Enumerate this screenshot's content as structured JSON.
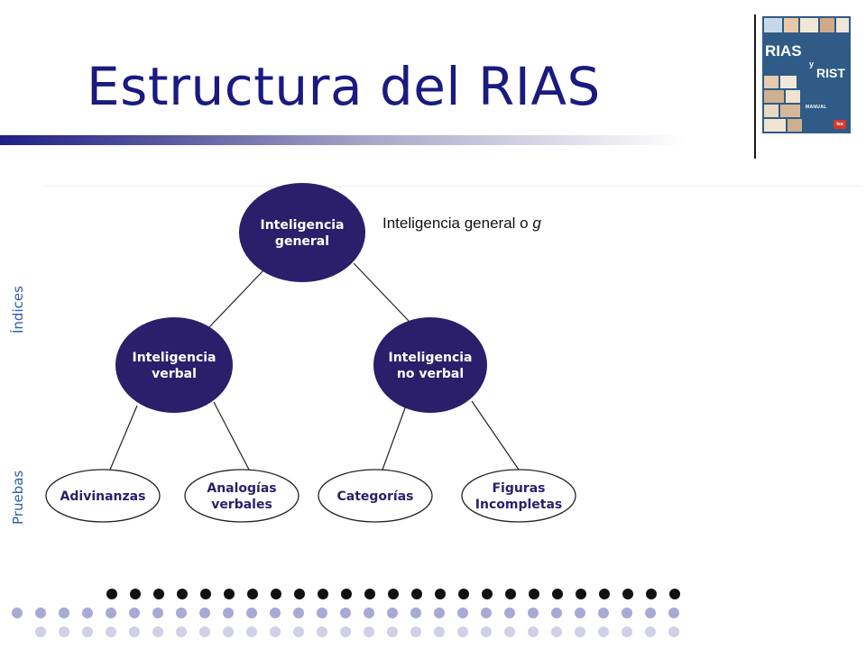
{
  "slide": {
    "title": "Estructura del RIAS"
  },
  "side_labels": {
    "indices": "Índices",
    "pruebas": "Pruebas"
  },
  "annotation": {
    "text": "Inteligencia general o ",
    "italic": "g"
  },
  "book_cover": {
    "title1": "RIAS",
    "conjunction": "y",
    "title2": "RIST",
    "subtitle": "MANUAL",
    "publisher": "tea"
  },
  "diagram": {
    "nodes": [
      {
        "id": "general",
        "lines": [
          "Inteligencia",
          "general"
        ],
        "style": "filled"
      },
      {
        "id": "verbal",
        "lines": [
          "Inteligencia",
          "verbal"
        ],
        "style": "filled"
      },
      {
        "id": "noverbal",
        "lines": [
          "Inteligencia",
          "no verbal"
        ],
        "style": "filled"
      },
      {
        "id": "adivinanzas",
        "lines": [
          "Adivinanzas"
        ],
        "style": "outline"
      },
      {
        "id": "analogias",
        "lines": [
          "Analogías",
          "verbales"
        ],
        "style": "outline"
      },
      {
        "id": "categorias",
        "lines": [
          "Categorías"
        ],
        "style": "outline"
      },
      {
        "id": "figuras",
        "lines": [
          "Figuras",
          "Incompletas"
        ],
        "style": "outline"
      }
    ],
    "edges": [
      [
        "general",
        "verbal"
      ],
      [
        "general",
        "noverbal"
      ],
      [
        "verbal",
        "adivinanzas"
      ],
      [
        "verbal",
        "analogias"
      ],
      [
        "noverbal",
        "categorias"
      ],
      [
        "noverbal",
        "figuras"
      ]
    ]
  },
  "colors": {
    "title": "#1a1a80",
    "node_fill": "#2b1f6b",
    "node_text": "#ffffff",
    "leaf_text": "#2b1f6b",
    "side_label": "#2e5fa8",
    "dot_black": "#111111",
    "dot_mid": "#a9a9d6",
    "dot_light": "#d0d0e6"
  }
}
